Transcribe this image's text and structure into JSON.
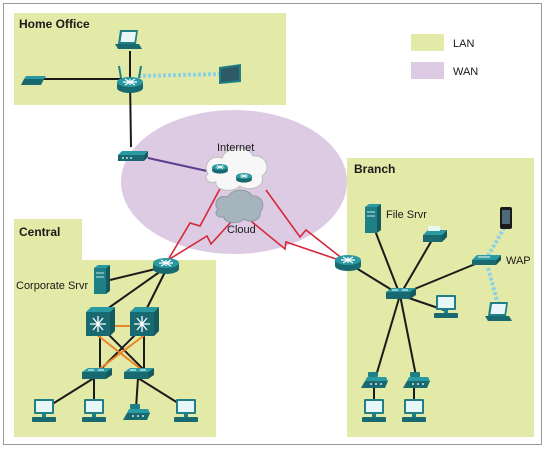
{
  "zones": {
    "home_office": "Home Office",
    "central": "Central",
    "branch": "Branch"
  },
  "wan": {
    "internet": "Internet",
    "cloud": "Cloud"
  },
  "labels": {
    "corporate_server": "Corporate Srvr",
    "file_server": "File Srvr",
    "wap": "WAP"
  },
  "legend": {
    "lan": "LAN",
    "wan": "WAN"
  },
  "colors": {
    "lan": "#e3e9a6",
    "wan": "#dccbe2",
    "device": "#1f7f86",
    "serial_link": "#d6283b",
    "dsl_link": "#5b3d8f",
    "crossover": "#e8862a",
    "wireless": "#8fd3e3"
  },
  "icons": [
    "router-icon",
    "switch-icon",
    "multilayer-switch-icon",
    "server-icon",
    "pc-icon",
    "laptop-icon",
    "ip-phone-icon",
    "printer-icon",
    "dsl-modem-icon",
    "wireless-access-point-icon",
    "smartphone-icon",
    "cloud-icon"
  ]
}
